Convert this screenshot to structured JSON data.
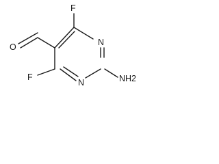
{
  "structure": {
    "atoms": {
      "fluorine_top": "F",
      "fluorine_left": "F",
      "nitrogen_right": "N",
      "nitrogen_bottom": "N",
      "amine": "NH2",
      "aldehyde_oxygen": "O"
    }
  }
}
